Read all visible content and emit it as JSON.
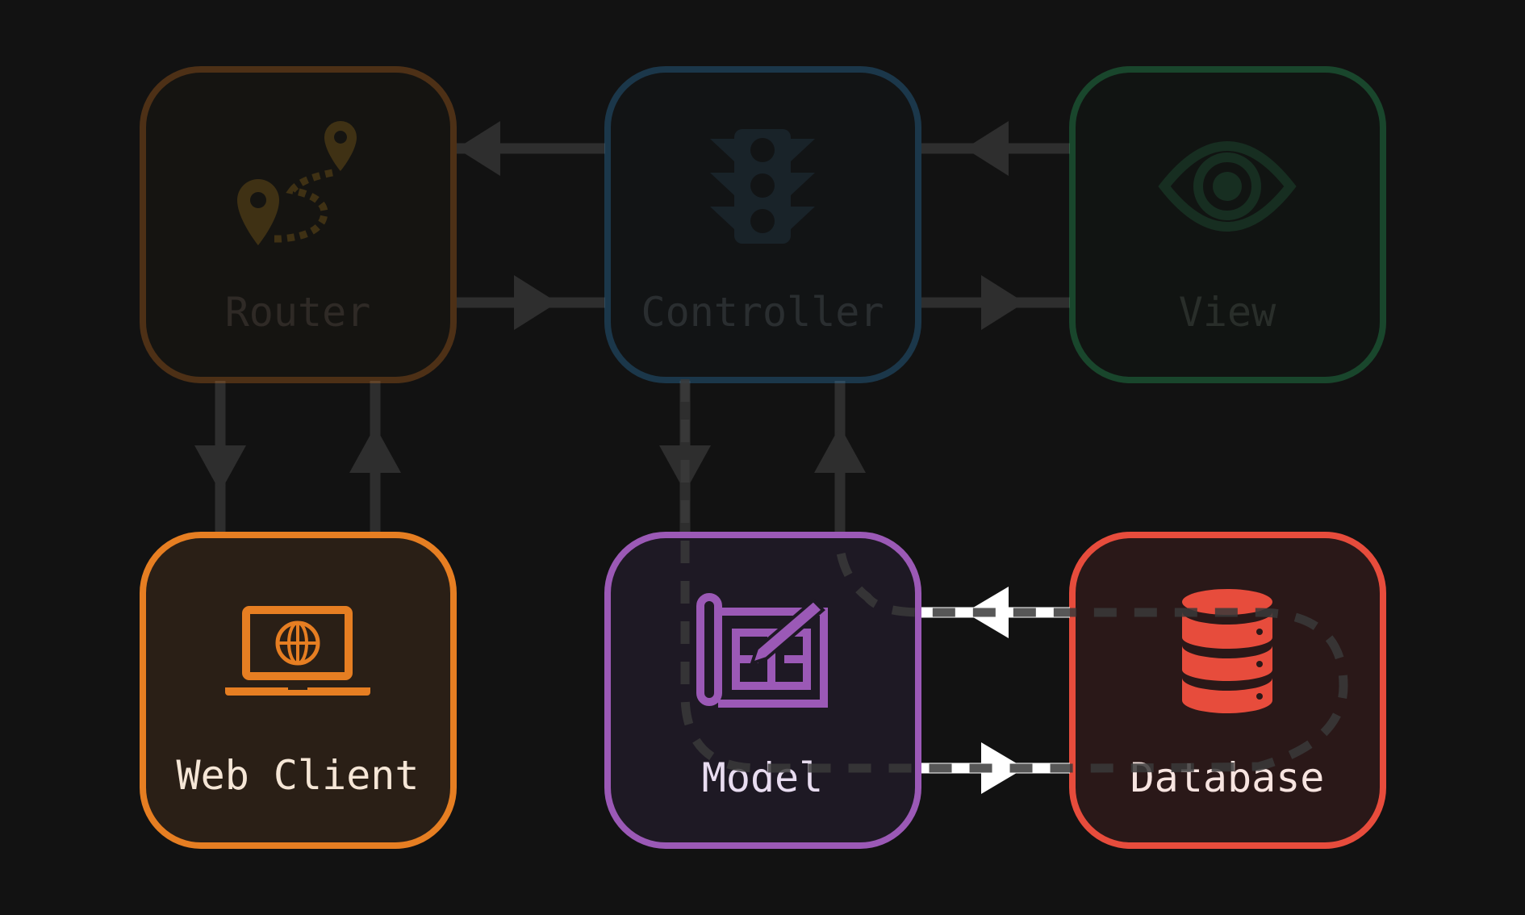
{
  "diagram": {
    "nodes": {
      "router": {
        "label": "Router",
        "icon": "map-route-icon",
        "color": "#e67e22",
        "active": false
      },
      "controller": {
        "label": "Controller",
        "icon": "traffic-light-icon",
        "color": "#3498db",
        "active": false
      },
      "view": {
        "label": "View",
        "icon": "eye-icon",
        "color": "#2ecc71",
        "active": false
      },
      "web_client": {
        "label": "Web Client",
        "icon": "laptop-globe-icon",
        "color": "#e67e22",
        "active": true
      },
      "model": {
        "label": "Model",
        "icon": "blueprint-pencil-icon",
        "color": "#9b59b6",
        "active": true
      },
      "database": {
        "label": "Database",
        "icon": "database-icon",
        "color": "#e74c3c",
        "active": true
      }
    },
    "edges": [
      {
        "from": "controller",
        "to": "router",
        "active": false
      },
      {
        "from": "router",
        "to": "controller",
        "active": false
      },
      {
        "from": "view",
        "to": "controller",
        "active": false
      },
      {
        "from": "controller",
        "to": "view",
        "active": false
      },
      {
        "from": "router",
        "to": "web_client",
        "active": false
      },
      {
        "from": "web_client",
        "to": "router",
        "active": false
      },
      {
        "from": "controller",
        "to": "model",
        "active": false
      },
      {
        "from": "model",
        "to": "controller",
        "active": false
      },
      {
        "from": "database",
        "to": "model",
        "active": true
      },
      {
        "from": "model",
        "to": "database",
        "active": true
      }
    ],
    "colors": {
      "background": "#121212",
      "inactive_edge": "#2e2e2e",
      "active_edge": "#ffffff",
      "active_label": "#f5e6e0"
    }
  }
}
